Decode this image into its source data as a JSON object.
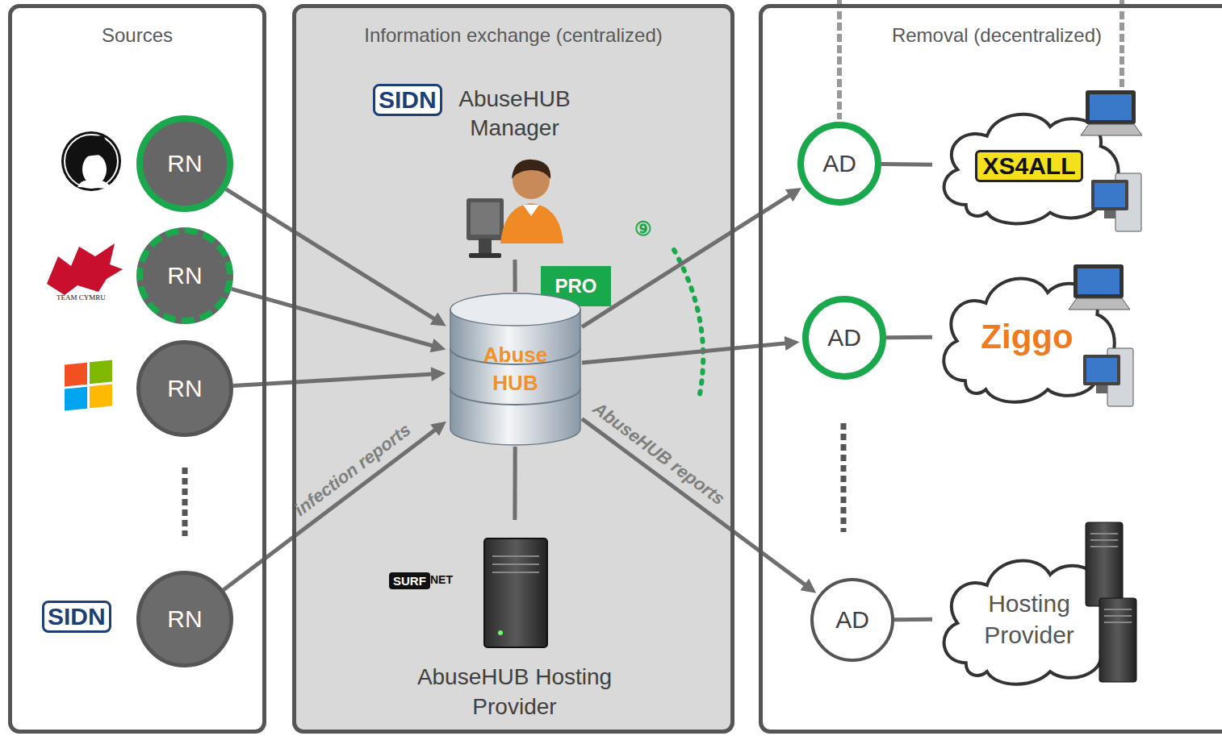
{
  "diagram": {
    "nodes": [
      {
        "text": [
          "Sources"
        ]
      },
      {
        "text": [
          "Information exchange (centralized)"
        ]
      },
      {
        "text": [
          "Removal (decentralized)"
        ]
      },
      {
        "text": [
          "RN"
        ],
        "in": 0
      },
      {
        "text": [
          "RN"
        ],
        "in": 0
      },
      {
        "text": [
          "RN"
        ],
        "in": 0
      },
      {
        "text": [
          "RN"
        ],
        "in": 0
      },
      {
        "text": [
          "AbuseHUB Manager"
        ],
        "in": 1
      },
      {
        "text": [
          "PRO"
        ],
        "in": 1
      },
      {
        "text": [
          "Abuse HUB"
        ],
        "in": 1
      },
      {
        "text": [
          "AbuseHUB Hosting Provider"
        ],
        "in": 1
      },
      {
        "text": [
          "AD"
        ],
        "in": 2
      },
      {
        "text": [
          "XS4ALL"
        ],
        "in": 2
      },
      {
        "text": [
          "AD"
        ],
        "in": 2
      },
      {
        "text": [
          "Ziggo"
        ],
        "in": 2
      },
      {
        "text": [
          "AD"
        ],
        "in": 2
      },
      {
        "text": [
          "Hosting Provider"
        ],
        "in": 2
      }
    ],
    "edges": [
      {
        "from": 3,
        "to": 9,
        "arrow": "to"
      },
      {
        "from": 4,
        "to": 9,
        "arrow": "to"
      },
      {
        "from": 5,
        "to": 9,
        "arrow": "to"
      },
      {
        "from": 6,
        "to": 9,
        "label": "infection reports",
        "arrow": "to"
      },
      {
        "from": 7,
        "to": 9,
        "arrow": "none"
      },
      {
        "from": 9,
        "to": 10,
        "arrow": "none"
      },
      {
        "from": 9,
        "to": 11,
        "arrow": "to"
      },
      {
        "from": 9,
        "to": 13,
        "arrow": "to"
      },
      {
        "from": 9,
        "to": 15,
        "label": "AbuseHUB reports",
        "arrow": "to"
      },
      {
        "from": 11,
        "to": 12,
        "arrow": "none"
      },
      {
        "from": 13,
        "to": 14,
        "arrow": "none"
      },
      {
        "from": 15,
        "to": 16,
        "arrow": "none"
      }
    ],
    "labels": [
      "SIDN",
      "⑨",
      "TEAM CYMRU",
      "SURF",
      "NET",
      "SIDN"
    ]
  }
}
